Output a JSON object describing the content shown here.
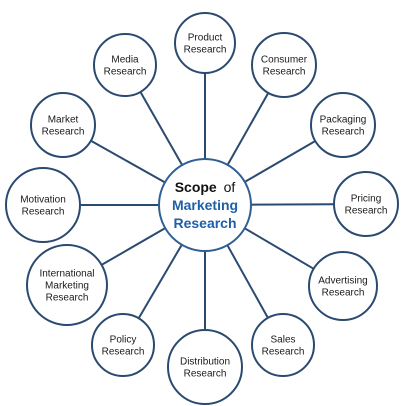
{
  "center": {
    "line1_bold": "Scope",
    "line1_rest": "of",
    "line2": "Marketing",
    "line3": "Research",
    "colors": {
      "line1": "#111111",
      "highlight": "#1f5fa8"
    }
  },
  "nodes": [
    {
      "id": "product-research",
      "lines": [
        "Product",
        "Research"
      ]
    },
    {
      "id": "consumer-research",
      "lines": [
        "Consumer",
        "Research"
      ]
    },
    {
      "id": "packaging-research",
      "lines": [
        "Packaging",
        "Research"
      ]
    },
    {
      "id": "pricing-research",
      "lines": [
        "Pricing",
        "Research"
      ]
    },
    {
      "id": "advertising-research",
      "lines": [
        "Advertising",
        "Research"
      ]
    },
    {
      "id": "sales-research",
      "lines": [
        "Sales",
        "Research"
      ]
    },
    {
      "id": "distribution-research",
      "lines": [
        "Distribution",
        "Research"
      ]
    },
    {
      "id": "policy-research",
      "lines": [
        "Policy",
        "Research"
      ]
    },
    {
      "id": "international-marketing-research",
      "lines": [
        "International",
        "Marketing",
        "Research"
      ]
    },
    {
      "id": "motivation-research",
      "lines": [
        "Motivation",
        "Research"
      ]
    },
    {
      "id": "market-research",
      "lines": [
        "Market",
        "Research"
      ]
    },
    {
      "id": "media-research",
      "lines": [
        "Media",
        "Research"
      ]
    }
  ],
  "colors": {
    "outline": "#2b4a6f",
    "center_outline": "#2f5f93",
    "text": "#1a1a1a"
  }
}
